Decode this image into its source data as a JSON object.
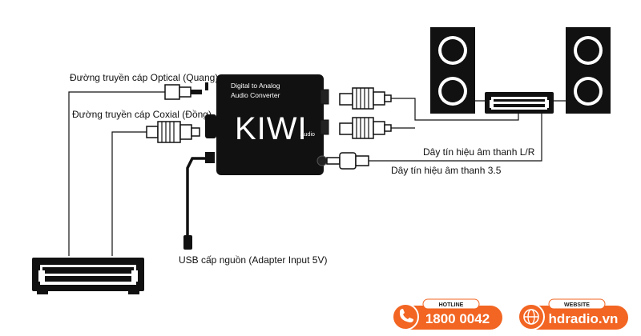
{
  "labels": {
    "optical": "Đường truyền cáp Optical (Quang)",
    "coaxial": "Đường truyền cáp Coxial (Đồng)",
    "usb_power": "USB cấp nguồn (Adapter Input 5V)",
    "rca_lr": "Dây tín hiệu âm thanh L/R",
    "jack_35": "Dây tín hiệu âm thanh 3.5"
  },
  "converter": {
    "line1": "Digital to Analog",
    "line2": "Audio Converter",
    "brand": "KIWI",
    "brand_sub": "Audio"
  },
  "footer": {
    "hotline_label": "HOTLINE",
    "hotline_value": "1800 0042",
    "website_label": "WEBSITE",
    "website_value": "hdradio.vn"
  },
  "colors": {
    "accent": "#f26522",
    "device": "#111111"
  },
  "icons": {
    "hotline": "phone-icon",
    "website": "globe-icon"
  }
}
